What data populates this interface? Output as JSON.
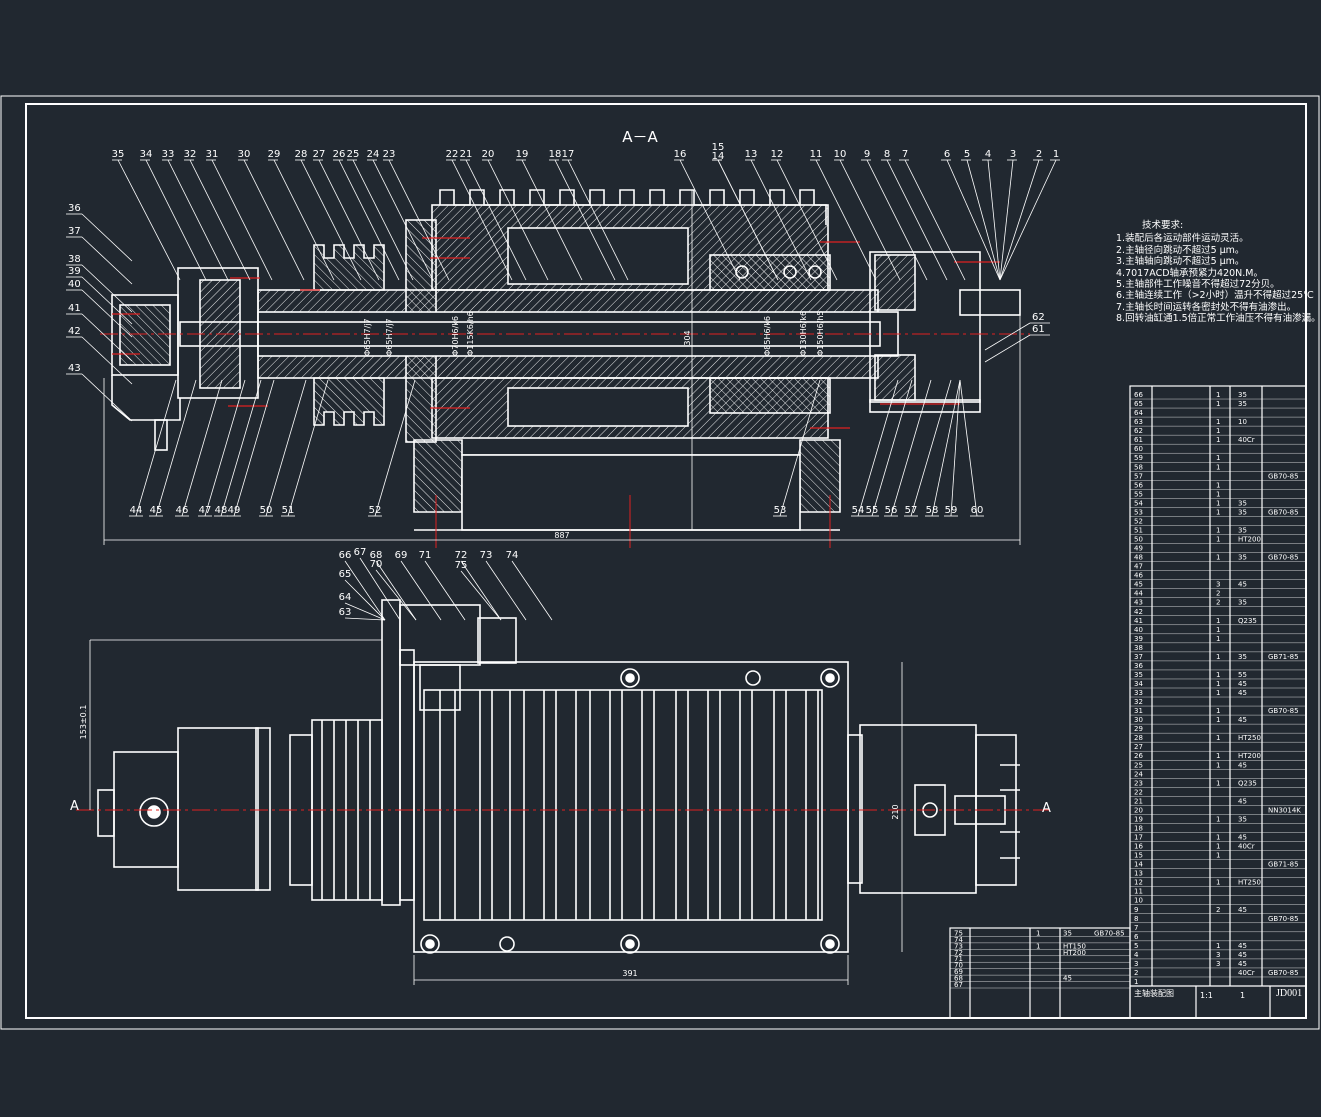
{
  "drawing": {
    "section_title": "A－A",
    "section_marker": "A",
    "part_callouts_section": [
      "35",
      "34",
      "33",
      "32",
      "31",
      "30",
      "29",
      "28",
      "27",
      "26",
      "25",
      "24",
      "23",
      "22",
      "21",
      "20",
      "19",
      "18",
      "17",
      "16",
      "15",
      "14",
      "13",
      "12",
      "11",
      "10",
      "9",
      "8",
      "7",
      "6",
      "5",
      "4",
      "3",
      "2",
      "1"
    ],
    "part_callouts_left": [
      "36",
      "37",
      "38",
      "39",
      "40",
      "41",
      "42",
      "43"
    ],
    "part_callouts_bottom": [
      "44",
      "45",
      "46",
      "47",
      "48",
      "49",
      "50",
      "51",
      "52",
      "53",
      "54",
      "55",
      "56",
      "57",
      "58",
      "59",
      "60"
    ],
    "part_callouts_right": [
      "62",
      "61"
    ],
    "part_callouts_plan": [
      "66",
      "67",
      "68",
      "69",
      "70",
      "71",
      "72",
      "73",
      "74",
      "75",
      "65",
      "64",
      "63"
    ],
    "fit_labels": [
      "Φ65H7/j7",
      "Φ65H7/j7",
      "Φ70H6/k6",
      "Φ115K6/h6",
      "Φ85H6/k6",
      "Φ130H6/k6",
      "Φ150H6/h5"
    ],
    "dimensions": {
      "section_length": "887",
      "section_height": "304",
      "plan_width": "391",
      "plan_height": "210",
      "plan_offset": "153±0.1"
    }
  },
  "technical_requirements": {
    "title": "技术要求:",
    "items": [
      "1.装配后各运动部件运动灵活。",
      "2.主轴径向跳动不超过5 μm。",
      "3.主轴轴向跳动不超过5 μm。",
      "4.7017ACD轴承预紧力420N.M。",
      "5.主轴部件工作噪音不得超过72分贝。",
      "6.主轴连续工作（>2小时）温升不得超过25℃",
      "7.主轴长时间运转各密封处不得有油渗出。",
      "8.回转油缸通1.5倍正常工作油压不得有油渗漏。"
    ]
  },
  "parts_list": {
    "rows": [
      {
        "no": "66",
        "qty": "1",
        "material": "35",
        "std": ""
      },
      {
        "no": "65",
        "qty": "1",
        "material": "35",
        "std": ""
      },
      {
        "no": "64",
        "qty": "",
        "material": "",
        "std": ""
      },
      {
        "no": "63",
        "qty": "1",
        "material": "10",
        "std": ""
      },
      {
        "no": "62",
        "qty": "1",
        "material": "",
        "std": ""
      },
      {
        "no": "61",
        "qty": "1",
        "material": "40Cr",
        "std": ""
      },
      {
        "no": "60",
        "qty": "",
        "material": "",
        "std": ""
      },
      {
        "no": "59",
        "qty": "1",
        "material": "",
        "std": ""
      },
      {
        "no": "58",
        "qty": "1",
        "material": "",
        "std": ""
      },
      {
        "no": "57",
        "qty": "",
        "material": "",
        "std": "GB70-85"
      },
      {
        "no": "56",
        "qty": "1",
        "material": "",
        "std": ""
      },
      {
        "no": "55",
        "qty": "1",
        "material": "",
        "std": ""
      },
      {
        "no": "54",
        "qty": "1",
        "material": "35",
        "std": ""
      },
      {
        "no": "53",
        "qty": "1",
        "material": "35",
        "std": "GB70-85"
      },
      {
        "no": "52",
        "qty": "",
        "material": "",
        "std": ""
      },
      {
        "no": "51",
        "qty": "1",
        "material": "35",
        "std": ""
      },
      {
        "no": "50",
        "qty": "1",
        "material": "HT200",
        "std": ""
      },
      {
        "no": "49",
        "qty": "",
        "material": "",
        "std": ""
      },
      {
        "no": "48",
        "qty": "1",
        "material": "35",
        "std": "GB70-85"
      }
    ],
    "rows_lower": [
      {
        "no": "47",
        "qty": "",
        "material": "",
        "std": ""
      },
      {
        "no": "46",
        "qty": "",
        "material": "",
        "std": ""
      },
      {
        "no": "45",
        "qty": "3",
        "material": "45",
        "std": ""
      },
      {
        "no": "44",
        "qty": "2",
        "material": "",
        "std": ""
      },
      {
        "no": "43",
        "qty": "2",
        "material": "35",
        "std": ""
      },
      {
        "no": "42",
        "qty": "",
        "material": "",
        "std": ""
      },
      {
        "no": "41",
        "qty": "1",
        "material": "Q235",
        "std": ""
      },
      {
        "no": "40",
        "qty": "1",
        "material": "",
        "std": ""
      },
      {
        "no": "39",
        "qty": "1",
        "material": "",
        "std": ""
      },
      {
        "no": "38",
        "qty": "",
        "material": "",
        "std": ""
      },
      {
        "no": "37",
        "qty": "1",
        "material": "35",
        "std": "GB71-85"
      },
      {
        "no": "36",
        "qty": "",
        "material": "",
        "std": ""
      },
      {
        "no": "35",
        "qty": "1",
        "material": "55",
        "std": ""
      },
      {
        "no": "34",
        "qty": "1",
        "material": "45",
        "std": ""
      },
      {
        "no": "33",
        "qty": "1",
        "material": "45",
        "std": ""
      },
      {
        "no": "32",
        "qty": "",
        "material": "",
        "std": ""
      },
      {
        "no": "31",
        "qty": "1",
        "material": "",
        "std": "GB70-85"
      },
      {
        "no": "30",
        "qty": "1",
        "material": "45",
        "std": ""
      },
      {
        "no": "29",
        "qty": "",
        "material": "",
        "std": ""
      },
      {
        "no": "28",
        "qty": "1",
        "material": "HT250",
        "std": ""
      },
      {
        "no": "27",
        "qty": "",
        "material": "",
        "std": ""
      },
      {
        "no": "26",
        "qty": "1",
        "material": "HT200",
        "std": ""
      },
      {
        "no": "25",
        "qty": "1",
        "material": "45",
        "std": ""
      },
      {
        "no": "24",
        "qty": "",
        "material": "",
        "std": ""
      },
      {
        "no": "23",
        "qty": "1",
        "material": "Q235",
        "std": ""
      },
      {
        "no": "22",
        "qty": "",
        "material": "",
        "std": ""
      },
      {
        "no": "21",
        "qty": "",
        "material": "45",
        "std": ""
      },
      {
        "no": "20",
        "qty": "",
        "material": "",
        "std": "NN3014K"
      },
      {
        "no": "19",
        "qty": "1",
        "material": "35",
        "std": ""
      },
      {
        "no": "18",
        "qty": "",
        "material": "",
        "std": ""
      },
      {
        "no": "17",
        "qty": "1",
        "material": "45",
        "std": ""
      },
      {
        "no": "16",
        "qty": "1",
        "material": "40Cr",
        "std": ""
      },
      {
        "no": "15",
        "qty": "1",
        "material": "",
        "std": ""
      },
      {
        "no": "14",
        "qty": "",
        "material": "",
        "std": "GB71-85"
      },
      {
        "no": "13",
        "qty": "",
        "material": "",
        "std": ""
      },
      {
        "no": "12",
        "qty": "1",
        "material": "HT250",
        "std": ""
      },
      {
        "no": "11",
        "qty": "",
        "material": "",
        "std": ""
      },
      {
        "no": "10",
        "qty": "",
        "material": "",
        "std": ""
      },
      {
        "no": "9",
        "qty": "2",
        "material": "45",
        "std": ""
      },
      {
        "no": "8",
        "qty": "",
        "material": "",
        "std": "GB70-85"
      },
      {
        "no": "7",
        "qty": "",
        "material": "",
        "std": ""
      },
      {
        "no": "6",
        "qty": "",
        "material": "",
        "std": ""
      },
      {
        "no": "5",
        "qty": "1",
        "material": "45",
        "std": ""
      },
      {
        "no": "4",
        "qty": "3",
        "material": "45",
        "std": ""
      },
      {
        "no": "3",
        "qty": "3",
        "material": "45",
        "std": ""
      },
      {
        "no": "2",
        "qty": "",
        "material": "40Cr",
        "std": "GB70-85"
      },
      {
        "no": "1",
        "qty": "",
        "material": "",
        "std": ""
      }
    ],
    "left_rows": [
      {
        "no": "75",
        "qty": "1",
        "material": "35",
        "std": "GB70-85"
      },
      {
        "no": "74",
        "qty": "",
        "material": "",
        "std": ""
      },
      {
        "no": "73",
        "qty": "1",
        "material": "HT150",
        "std": ""
      },
      {
        "no": "72",
        "qty": "",
        "material": "HT200",
        "std": ""
      },
      {
        "no": "71",
        "qty": "",
        "material": "",
        "std": ""
      },
      {
        "no": "70",
        "qty": "",
        "material": "",
        "std": ""
      },
      {
        "no": "69",
        "qty": "",
        "material": "",
        "std": ""
      },
      {
        "no": "68",
        "qty": "",
        "material": "45",
        "std": ""
      },
      {
        "no": "67",
        "qty": "",
        "material": "",
        "std": ""
      }
    ]
  },
  "title_block": {
    "drawing_title": "主轴装配图",
    "scale": "1:1",
    "qty": "1",
    "drawing_no": "JD001"
  }
}
